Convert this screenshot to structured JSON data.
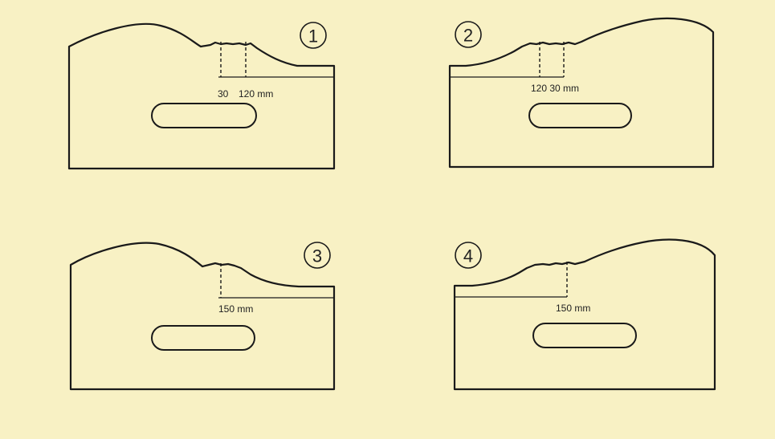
{
  "panels": [
    {
      "number": "1",
      "dimension_label_a": "30",
      "dimension_label_b": "120 mm"
    },
    {
      "number": "2",
      "dimension_label": "120 30 mm"
    },
    {
      "number": "3",
      "dimension_label": "150 mm"
    },
    {
      "number": "4",
      "dimension_label": "150 mm"
    }
  ],
  "colors": {
    "background": "#f8f1c4",
    "line": "#1a1a1a"
  }
}
